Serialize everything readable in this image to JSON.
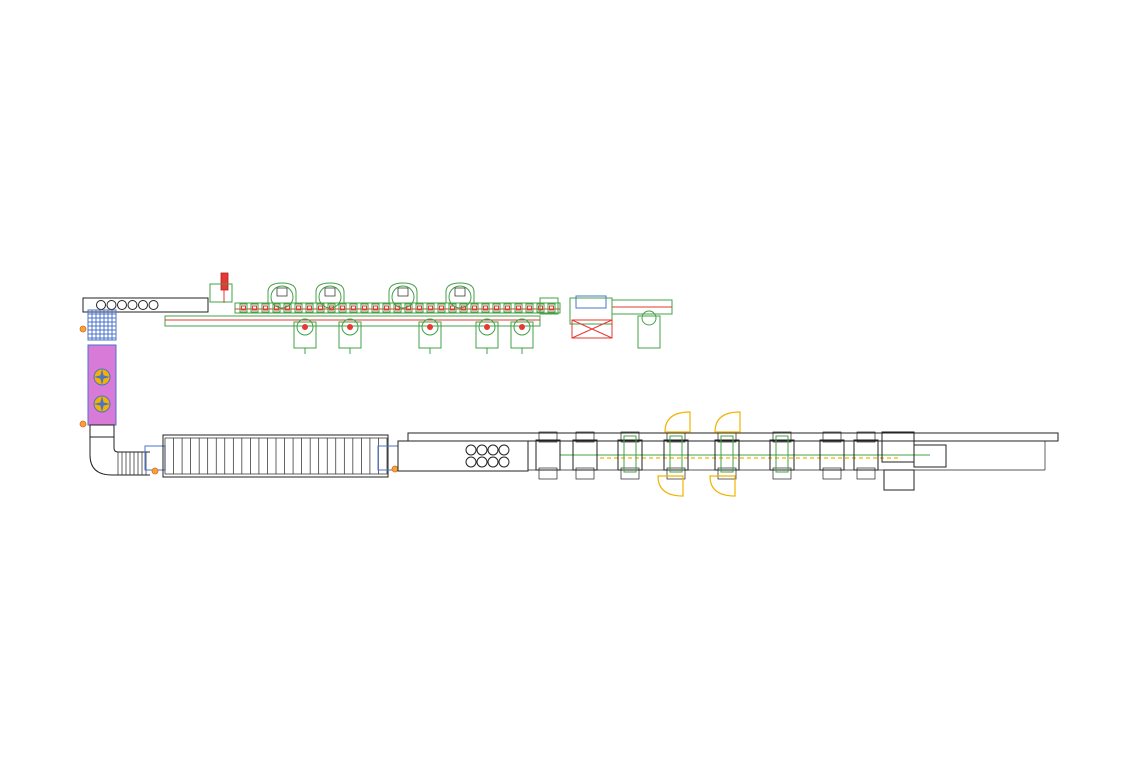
{
  "drawing": {
    "background": "#ffffff",
    "colors": {
      "outline": "#222222",
      "green_layer": "#43a047",
      "red_layer": "#e53935",
      "yellow_layer": "#f2b300",
      "orange_markers": "#f2a33a",
      "blue_layer": "#4a73c9",
      "pink_fill": "#d87bd8"
    },
    "roller_count_upper_line": 6,
    "roller_count_lower_line": 8,
    "tunnel_slat_count": 26,
    "upper_stations": 9,
    "lower_stations": 9
  }
}
